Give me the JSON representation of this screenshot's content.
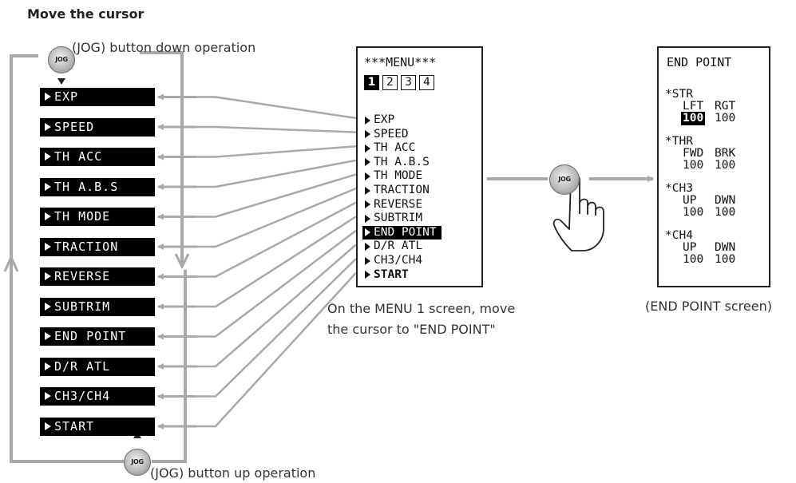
{
  "title": "Move the cursor",
  "jog_down_caption": "(JOG) button down operation",
  "jog_up_caption": "(JOG) button up operation",
  "jog_label": "JOG",
  "menu_items": [
    "EXP",
    "SPEED",
    "TH ACC",
    "TH A.B.S",
    "TH MODE",
    "TRACTION",
    "REVERSE",
    "SUBTRIM",
    "END POINT",
    "D/R ATL",
    "CH3/CH4",
    "START"
  ],
  "menu_screen": {
    "header": "***MENU***",
    "pages": [
      "1",
      "2",
      "3",
      "4"
    ],
    "active_page": "1",
    "selected_item": "END POINT",
    "caption_line1": "On the MENU 1 screen, move",
    "caption_line2": "the cursor to \"END POINT\""
  },
  "end_point_screen": {
    "title": "END POINT",
    "sections": [
      {
        "name": "*STR",
        "left_label": "LFT",
        "right_label": "RGT",
        "left_value": "100",
        "right_value": "100",
        "highlight": "left"
      },
      {
        "name": "*THR",
        "left_label": "FWD",
        "right_label": "BRK",
        "left_value": "100",
        "right_value": "100"
      },
      {
        "name": "*CH3",
        "left_label": "UP",
        "right_label": "DWN",
        "left_value": "100",
        "right_value": "100"
      },
      {
        "name": "*CH4",
        "left_label": "UP",
        "right_label": "DWN",
        "left_value": "100",
        "right_value": "100"
      }
    ],
    "caption": "(END POINT screen)"
  },
  "colors": {
    "line": "#a9a9a9",
    "item_bg": "#000000",
    "item_text": "#ffffff"
  }
}
